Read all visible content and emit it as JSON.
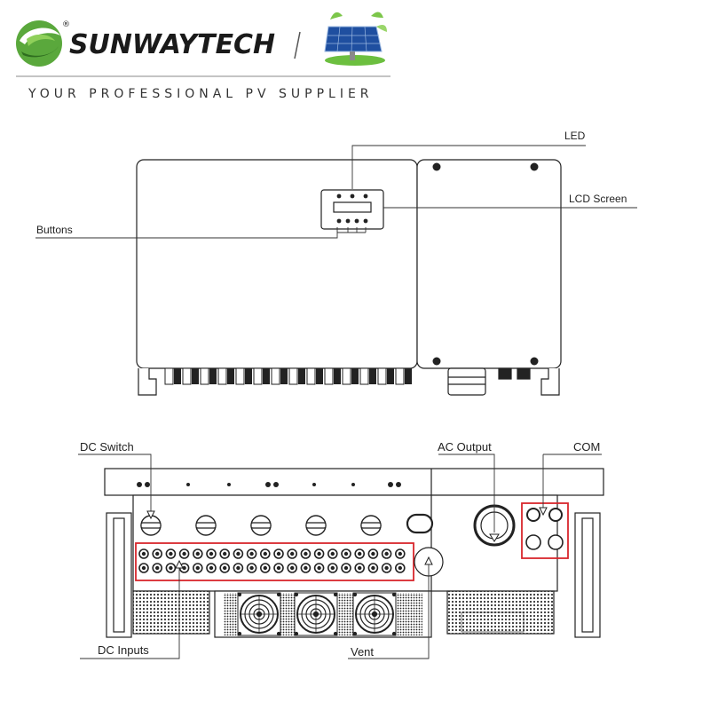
{
  "header": {
    "brand_name": "SUNWAYTECH",
    "registered_mark": "®",
    "tagline": "YOUR PROFESSIONAL PV SUPPLIER",
    "logo_icon": "swoosh-logo-icon",
    "panel_icon": "solar-panel-icon"
  },
  "front_view": {
    "labels": {
      "led": "LED",
      "lcd": "LCD Screen",
      "buttons": "Buttons"
    }
  },
  "bottom_view": {
    "labels": {
      "dc_switch": "DC Switch",
      "ac_output": "AC Output",
      "com": "COM",
      "dc_inputs": "DC Inputs",
      "vent": "Vent"
    }
  },
  "colors": {
    "brand_green": "#5aa83c",
    "brand_dark": "#1a1a1a",
    "highlight_red": "#d9262c",
    "line": "#222222"
  }
}
